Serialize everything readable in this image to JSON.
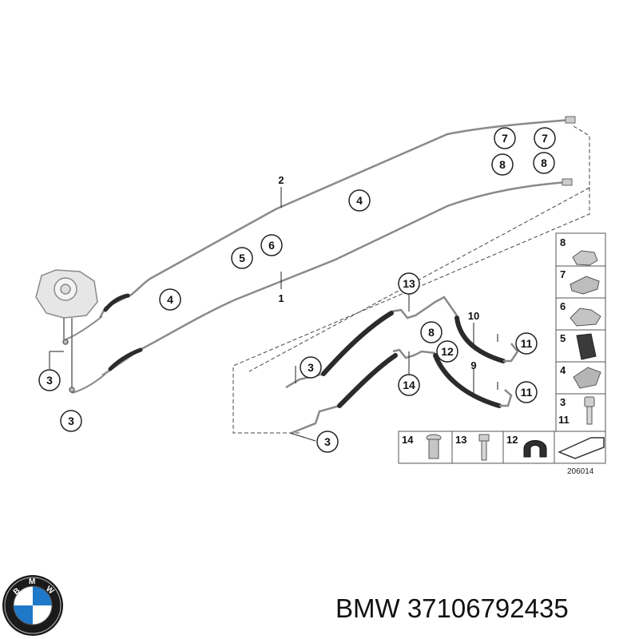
{
  "diagram": {
    "id_code": "206014",
    "callouts": {
      "c7a": "7",
      "c7b": "7",
      "c8a": "8",
      "c8b": "8",
      "c4a": "4",
      "c4b": "4",
      "c5": "5",
      "c6": "6",
      "c3a": "3",
      "c3b": "3",
      "c3c": "3",
      "c3d": "3",
      "c13": "13",
      "c8c": "8",
      "c12": "12",
      "c14": "14",
      "c11a": "11",
      "c11b": "11"
    },
    "labels": {
      "l1": "1",
      "l2": "2",
      "l9": "9",
      "l10": "10"
    },
    "legend": {
      "side": [
        "8",
        "7",
        "6",
        "5",
        "4",
        "3",
        "11"
      ],
      "bottom": [
        "14",
        "13",
        "12"
      ]
    }
  },
  "footer": {
    "text": "BMW 37106792435"
  },
  "colors": {
    "line": "#8a8a8a",
    "hose": "#2b2b2b",
    "callout_fill": "#ffffff"
  }
}
